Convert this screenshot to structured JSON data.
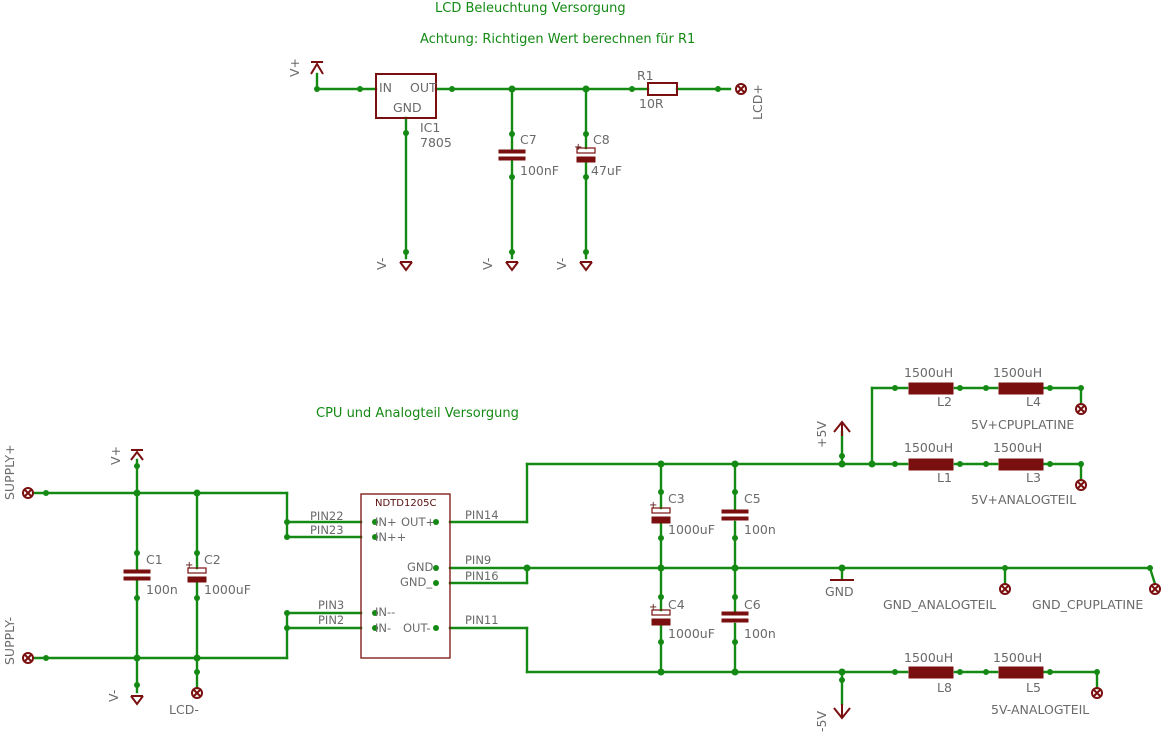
{
  "titles": {
    "lcd": "LCD Beleuchtung Versorgung",
    "warning": "Achtung: Richtigen Wert berechnen für R1",
    "cpu": "CPU und Analogteil Versorgung"
  },
  "lcd_section": {
    "vplus": "V+",
    "ic1": {
      "name": "IC1",
      "value": "7805",
      "pin_in": "IN",
      "pin_out": "OUT",
      "pin_gnd": "GND"
    },
    "c7": {
      "name": "C7",
      "value": "100nF"
    },
    "c8": {
      "name": "C8",
      "value": "47uF"
    },
    "r1": {
      "name": "R1",
      "value": "10R"
    },
    "lcd_plus": "LCD+",
    "vminus": "V-"
  },
  "cpu_section": {
    "supply_plus": "SUPPLY+",
    "supply_minus": "SUPPLY-",
    "vplus": "V+",
    "vminus": "V-",
    "lcd_minus": "LCD-",
    "c1": {
      "name": "C1",
      "value": "100n"
    },
    "c2": {
      "name": "C2",
      "value": "1000uF"
    },
    "converter": {
      "name": "NDTD1205C",
      "pin_in_plus": "IN+",
      "pin_in_plusplus": "IN++",
      "pin_in_minusminus": "IN--",
      "pin_in_minus": "IN-",
      "pin_out_plus": "OUT+",
      "pin_gnd": "GND",
      "pin_gnd2": "GND_",
      "pin_out_minus": "OUT-"
    },
    "pins": {
      "p22": "PIN22",
      "p23": "PIN23",
      "p3": "PIN3",
      "p2": "PIN2",
      "p14": "PIN14",
      "p9": "PIN9",
      "p16": "PIN16",
      "p11": "PIN11"
    },
    "c3": {
      "name": "C3",
      "value": "1000uF"
    },
    "c4": {
      "name": "C4",
      "value": "1000uF"
    },
    "c5": {
      "name": "C5",
      "value": "100n"
    },
    "c6": {
      "name": "C6",
      "value": "100n"
    },
    "plus5v": "+5V",
    "minus5v": "-5V",
    "gnd": "GND",
    "inductors": {
      "l1": {
        "name": "L1",
        "value": "1500uH"
      },
      "l2": {
        "name": "L2",
        "value": "1500uH"
      },
      "l3": {
        "name": "L3",
        "value": "1500uH"
      },
      "l4": {
        "name": "L4",
        "value": "1500uH"
      },
      "l5": {
        "name": "L5",
        "value": "1500uH"
      },
      "l8": {
        "name": "L8",
        "value": "1500uH"
      }
    },
    "outputs": {
      "cpu_platine": "5V+CPUPLATINE",
      "analogteil": "5V+ANALOGTEIL",
      "gnd_analogteil": "GND_ANALOGTEIL",
      "gnd_cpuplatine": "GND_CPUPLATINE",
      "minus_analogteil": "5V-ANALOGTEIL"
    }
  }
}
